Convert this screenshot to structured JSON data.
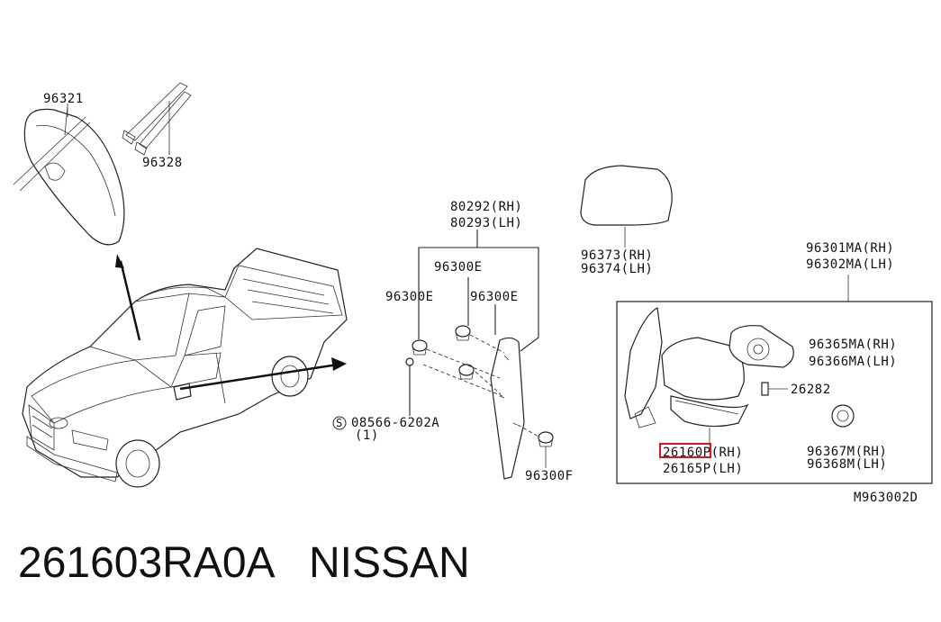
{
  "labels": {
    "l96321": "96321",
    "l96328": "96328",
    "l80292": "80292(RH)",
    "l80293": "80293(LH)",
    "l96300e_a": "96300E",
    "l96300e_b": "96300E",
    "l96300e_c": "96300E",
    "l96300f": "96300F",
    "l08566": "08566-6202A",
    "l08566qty": "(1)",
    "s_symbol": "S",
    "l96373": "96373(RH)",
    "l96374": "96374(LH)",
    "l96301": "96301MA(RH)",
    "l96302": "96302MA(LH)",
    "l96365": "96365MA(RH)",
    "l96366": "96366MA(LH)",
    "l26282": "26282",
    "l26160": "26160P(RH)",
    "l26165": "26165P(LH)",
    "l96367": "96367M(RH)",
    "l96368": "96368M(LH)",
    "diagram_code": "M963002D"
  },
  "caption": {
    "part_number": "261603RA0A",
    "brand": "NISSAN"
  },
  "colors": {
    "highlight": "#e0141a",
    "line": "#222222"
  }
}
